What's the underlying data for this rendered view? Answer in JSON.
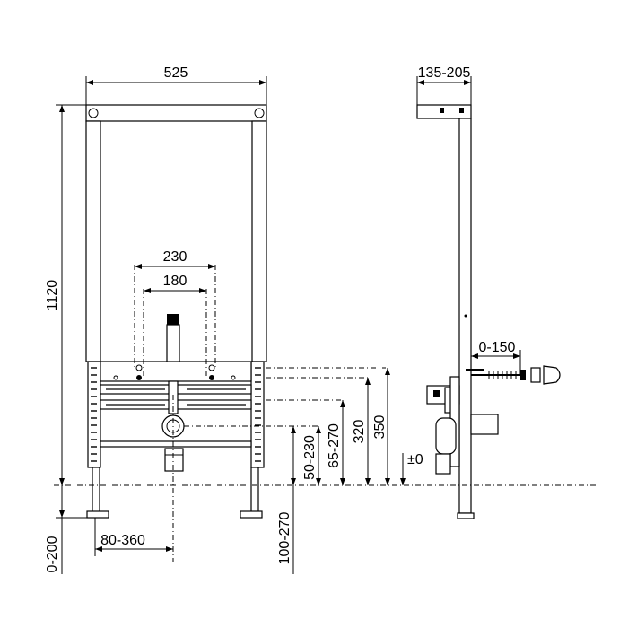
{
  "dimensions": {
    "frame_width": "525",
    "frame_height": "1120",
    "depth_range": "135-205",
    "outer_spacing": "230",
    "inner_spacing": "180",
    "adjust_0_150": "0-150",
    "h350": "350",
    "h320": "320",
    "h65_270": "65-270",
    "h50_230": "50-230",
    "zero_level": "±0",
    "leg_0_200": "0-200",
    "offset_80_360": "80-360",
    "h100_270": "100-270"
  }
}
